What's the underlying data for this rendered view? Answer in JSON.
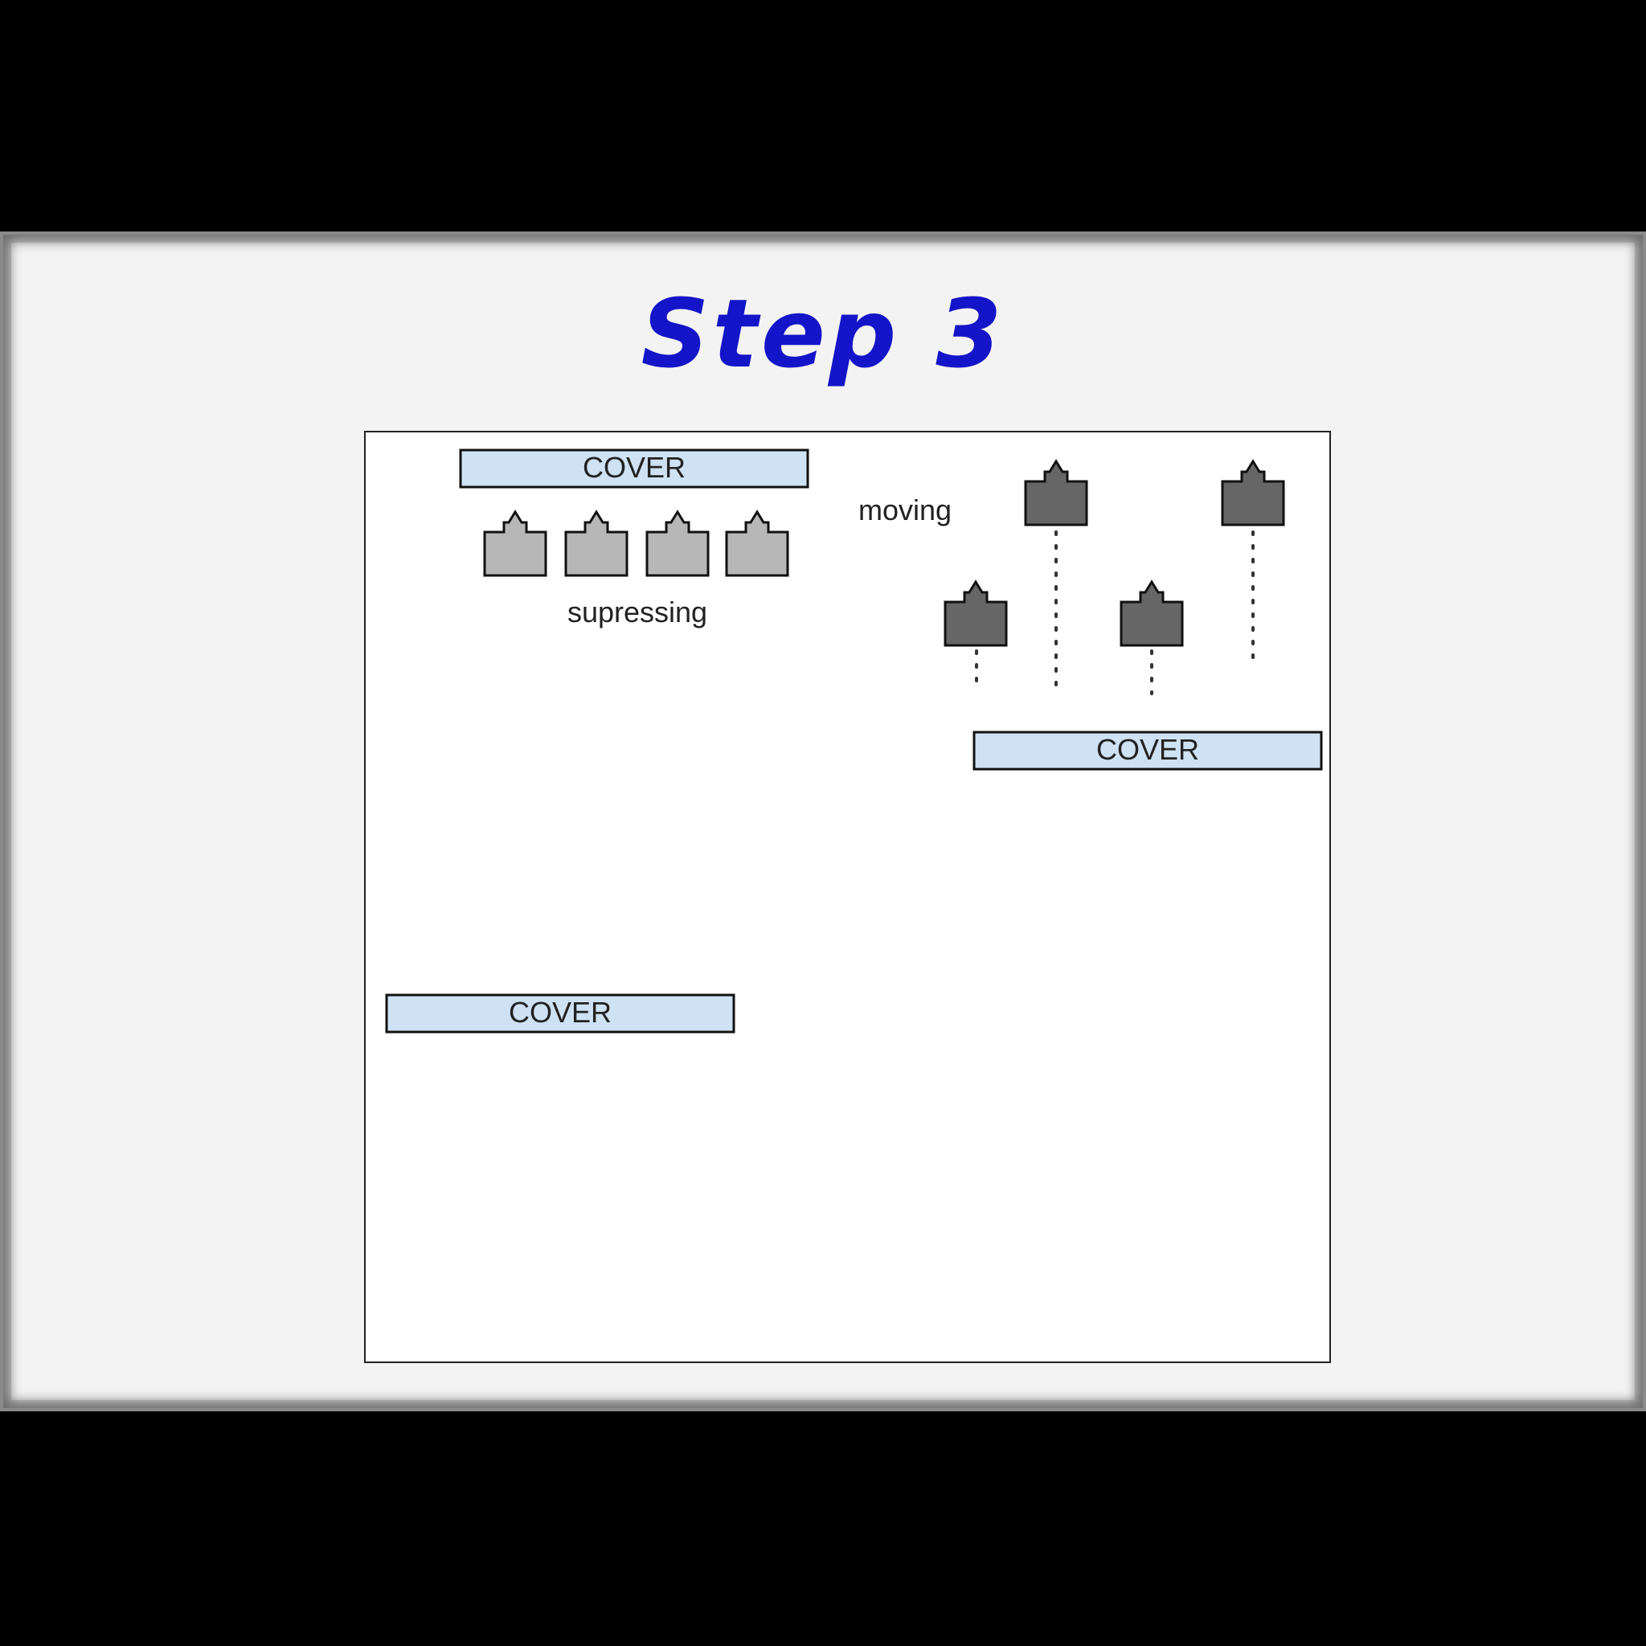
{
  "title": "Step 3",
  "diagram": {
    "cover_label": "COVER",
    "label_supressing": "supressing",
    "label_moving": "moving",
    "colors": {
      "cover_fill": "#cfe2f3",
      "suppressing_unit": "#b7b7b7",
      "moving_unit": "#666666",
      "title": "#1414c8"
    },
    "icons": {
      "unit": "arrow-box-icon",
      "path": "dotted-line"
    }
  }
}
